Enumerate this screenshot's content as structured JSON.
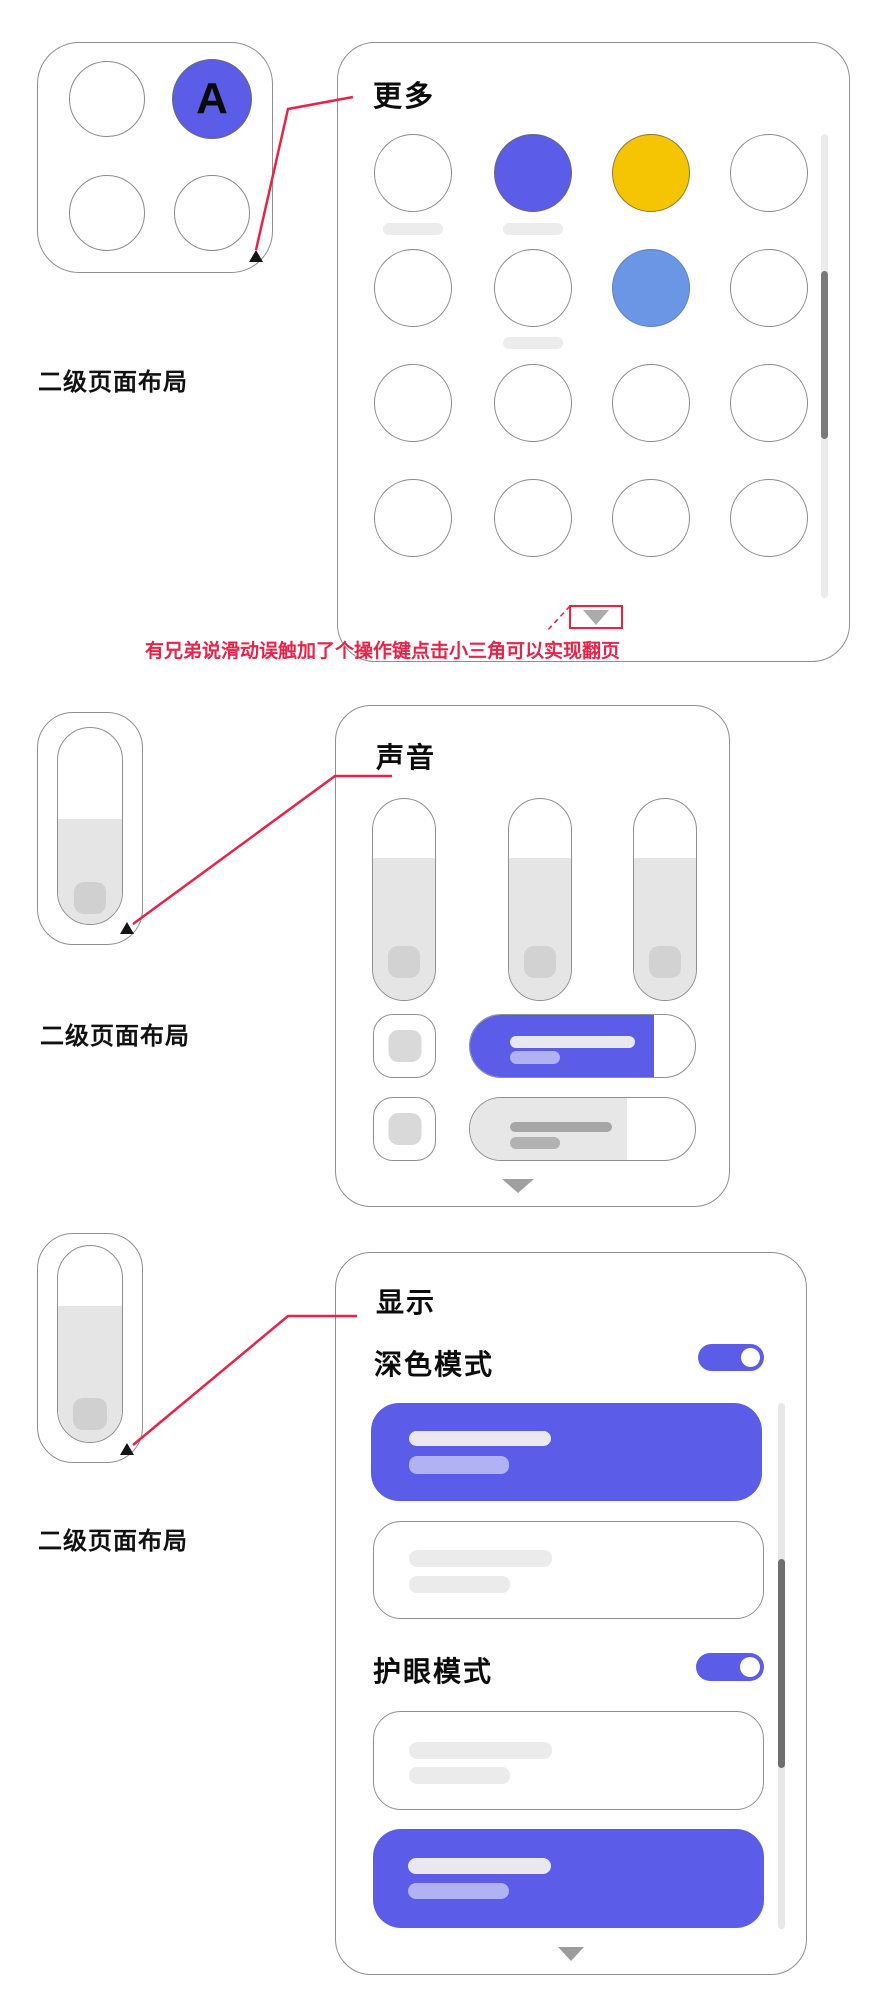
{
  "colors": {
    "accent_purple": "#5b5ce8",
    "accent_purple_light": "#b0b2f4",
    "bar_on_purple": "#e8e8ee",
    "yellow": "#f5c402",
    "blue": "#6b95e5",
    "annotation_red": "#e8234a"
  },
  "sections": {
    "more": {
      "caption": "二级页面布局",
      "title": "更多",
      "tile_letter": "A",
      "note": "有兄弟说滑动误触加了个操作键点击小三角可以实现翻页",
      "grid": {
        "rows": 4,
        "cols": 4,
        "highlighted": [
          {
            "row": 1,
            "col": 2,
            "color": "accent_purple"
          },
          {
            "row": 1,
            "col": 3,
            "color": "yellow"
          },
          {
            "row": 2,
            "col": 3,
            "color": "blue"
          }
        ]
      }
    },
    "sound": {
      "caption": "二级页面布局",
      "title": "声音",
      "slider_count": 3
    },
    "display": {
      "caption": "二级页面布局",
      "title": "显示",
      "dark_mode": {
        "label": "深色模式",
        "on": true
      },
      "eye_mode": {
        "label": "护眼模式",
        "on": true
      }
    }
  }
}
